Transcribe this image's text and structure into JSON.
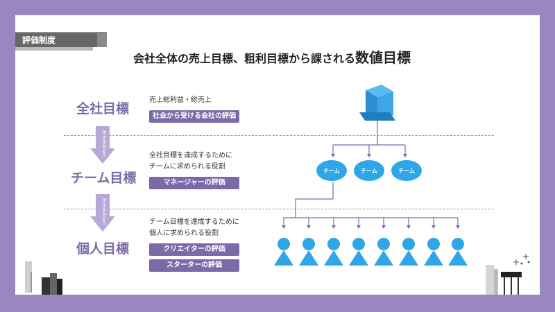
{
  "tag": "評価制度",
  "headline": {
    "main": "会社全体の売上目標、粗利目標から課される",
    "emphasis": "数値目標"
  },
  "levels": [
    {
      "title": "全社目標",
      "desc": [
        "売上総利益・総売上"
      ],
      "pills": [
        "社会から受ける会社の評価"
      ]
    },
    {
      "title": "チーム目標",
      "desc": [
        "全社目標を達成するために",
        "チームに求められる役割"
      ],
      "pills": [
        "マネージャーの評価"
      ]
    },
    {
      "title": "個人目標",
      "desc": [
        "チーム目標を達成するために",
        "個人に求められる役割"
      ],
      "pills": [
        "クリエイターの評価",
        "スターターの評価"
      ]
    }
  ],
  "breakdown_label": "Breakdown",
  "team_label": "チーム",
  "colors": {
    "accent": "#7a6aa8",
    "frame": "#9a86c0",
    "node": "#2fa6e8",
    "line": "#7a6aa8"
  }
}
